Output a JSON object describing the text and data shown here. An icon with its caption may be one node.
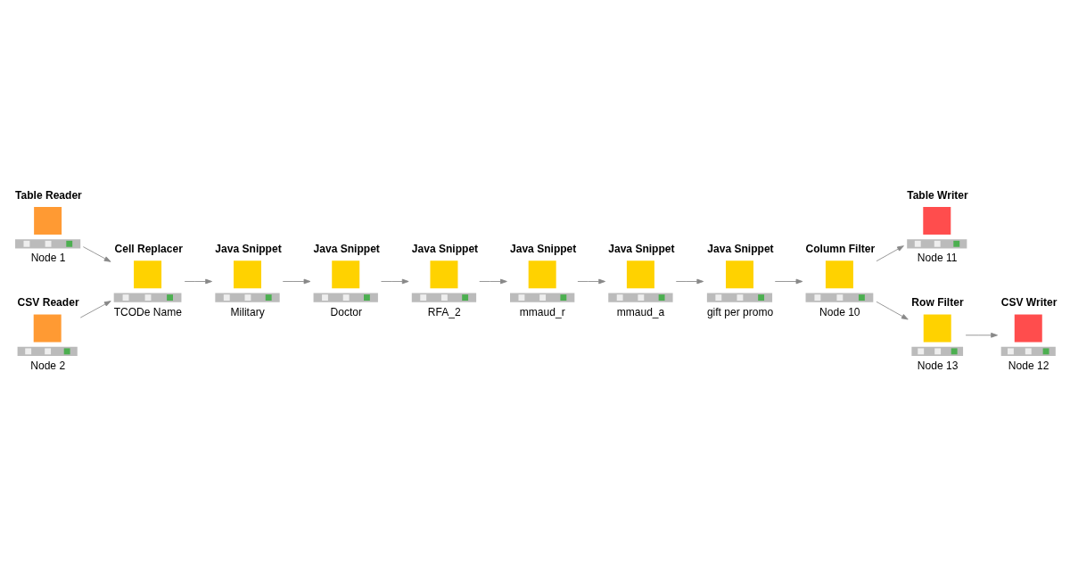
{
  "diagram": {
    "nodes": [
      {
        "text": [
          "Table Reader",
          "Node 1"
        ]
      },
      {
        "text": [
          "CSV Reader",
          "Node 2"
        ]
      },
      {
        "text": [
          "Cell Replacer",
          "TCODe Name"
        ]
      },
      {
        "text": [
          "Java Snippet",
          "Military"
        ]
      },
      {
        "text": [
          "Java Snippet",
          "Doctor"
        ]
      },
      {
        "text": [
          "Java Snippet",
          "RFA_2"
        ]
      },
      {
        "text": [
          "Java Snippet",
          "mmaud_r"
        ]
      },
      {
        "text": [
          "Java Snippet",
          "mmaud_a"
        ]
      },
      {
        "text": [
          "Java Snippet",
          "gift per promo"
        ]
      },
      {
        "text": [
          "Column Filter",
          "Node 10"
        ]
      },
      {
        "text": [
          "Table Writer",
          "Node 11"
        ]
      },
      {
        "text": [
          "Row Filter",
          "Node 13"
        ]
      },
      {
        "text": [
          "CSV Writer",
          "Node 12"
        ]
      }
    ],
    "edges": [
      {
        "from": 0,
        "to": 2,
        "arrow": "to"
      },
      {
        "from": 1,
        "to": 2,
        "arrow": "to"
      },
      {
        "from": 2,
        "to": 3,
        "arrow": "to"
      },
      {
        "from": 3,
        "to": 4,
        "arrow": "to"
      },
      {
        "from": 4,
        "to": 5,
        "arrow": "to"
      },
      {
        "from": 5,
        "to": 6,
        "arrow": "to"
      },
      {
        "from": 6,
        "to": 7,
        "arrow": "to"
      },
      {
        "from": 7,
        "to": 8,
        "arrow": "to"
      },
      {
        "from": 8,
        "to": 9,
        "arrow": "to"
      },
      {
        "from": 9,
        "to": 10,
        "arrow": "to"
      },
      {
        "from": 9,
        "to": 11,
        "arrow": "to"
      },
      {
        "from": 11,
        "to": 12,
        "arrow": "to"
      }
    ]
  }
}
